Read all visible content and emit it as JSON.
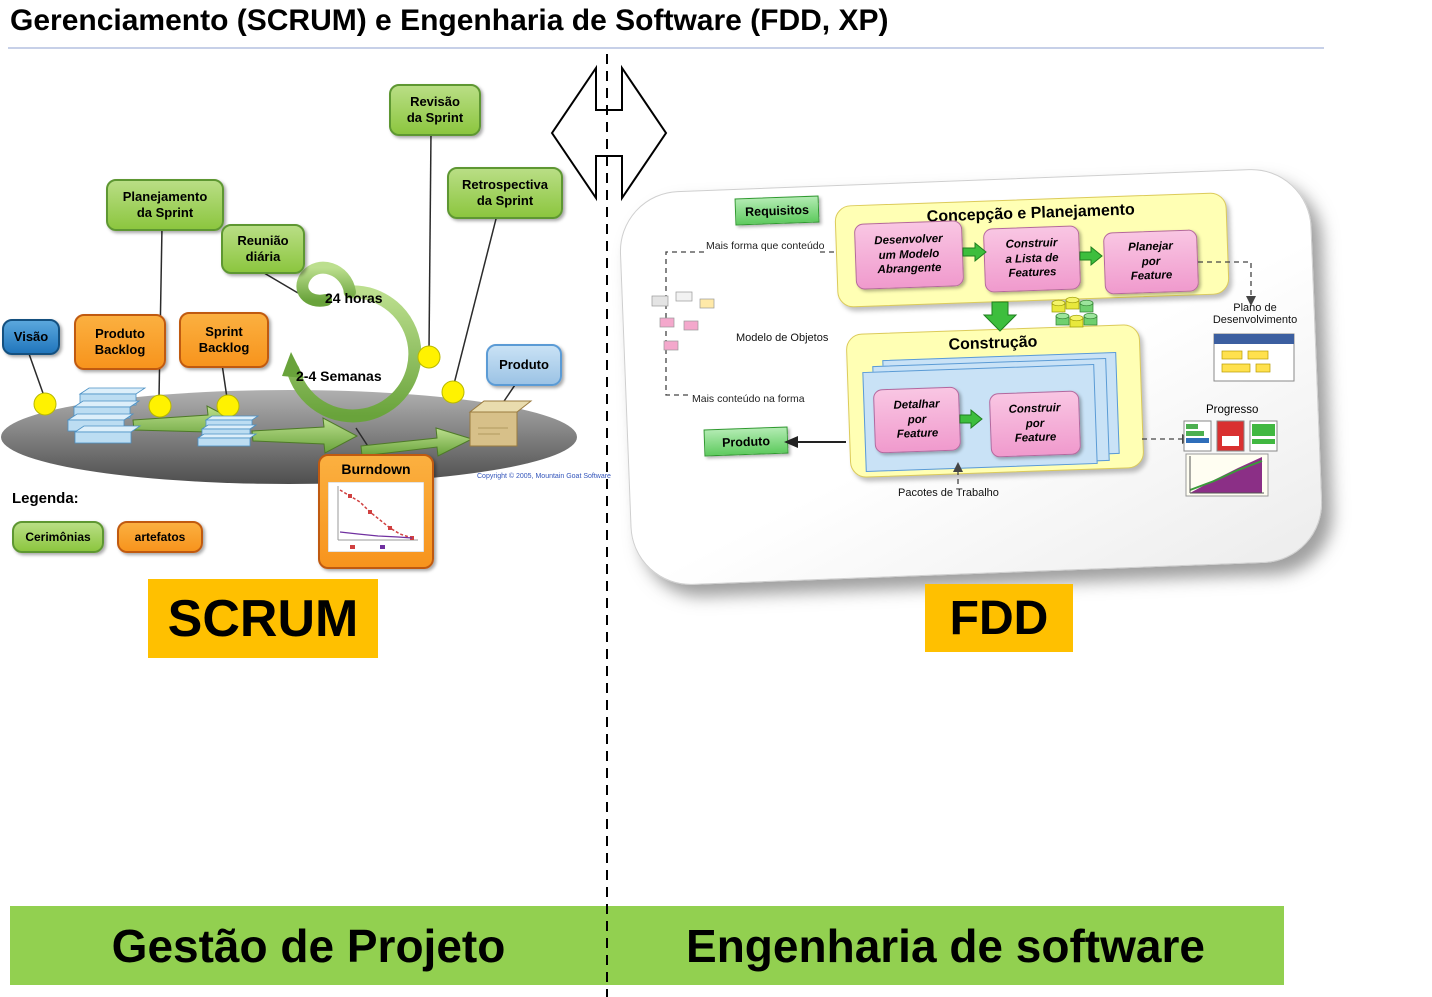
{
  "header": {
    "title": "Gerenciamento (SCRUM) e Engenharia de Software (FDD, XP)"
  },
  "palette": {
    "ceremony_green": "#8CC63F",
    "artifact_orange": "#F7941D",
    "label_orange": "#FFC000",
    "banner_green": "#92D050",
    "fdd_yellow": "#FFFFB4",
    "fdd_pink": "#F09ACD",
    "fdd_green": "#5FCB5F",
    "vision_blue": "#2176BC",
    "product_blue": "#9CC3E5",
    "milestone_yellow": "#FFF200"
  },
  "scrum": {
    "label": "SCRUM",
    "boxes": {
      "planejamento": "Planejamento\nda Sprint",
      "reuniao": "Reunião\ndiária",
      "revisao": "Revisão\nda Sprint",
      "retrospectiva": "Retrospectiva\nda Sprint",
      "visao": "Visão",
      "produto_backlog": "Produto\nBacklog",
      "sprint_backlog": "Sprint\nBacklog",
      "produto": "Produto",
      "burndown": "Burndown"
    },
    "annotations": {
      "horas": "24 horas",
      "semanas": "2-4 Semanas",
      "copyright": "Copyright © 2005, Mountain Goat Software"
    },
    "legend": {
      "title": "Legenda:",
      "cerimonias": "Cerimônias",
      "artefatos": "artefatos"
    }
  },
  "fdd": {
    "label": "FDD",
    "requisitos": "Requisitos",
    "produto": "Produto",
    "concepcao": {
      "title": "Concepção e Planejamento",
      "steps": [
        "Desenvolver\num Modelo\nAbrangente",
        "Construir\na Lista de\nFeatures",
        "Planejar\npor\nFeature"
      ]
    },
    "construcao": {
      "title": "Construção",
      "steps": [
        "Detalhar\npor\nFeature",
        "Construir\npor\nFeature"
      ]
    },
    "annotations": {
      "mais_forma": "Mais forma que conteúdo",
      "modelo_objetos": "Modelo de Objetos",
      "mais_conteudo": "Mais conteúdo na forma",
      "plano": "Plano de\nDesenvolvimento",
      "progresso": "Progresso",
      "pacotes": "Pacotes de Trabalho"
    }
  },
  "footer": {
    "left": "Gestão de Projeto",
    "right": "Engenharia de software"
  }
}
